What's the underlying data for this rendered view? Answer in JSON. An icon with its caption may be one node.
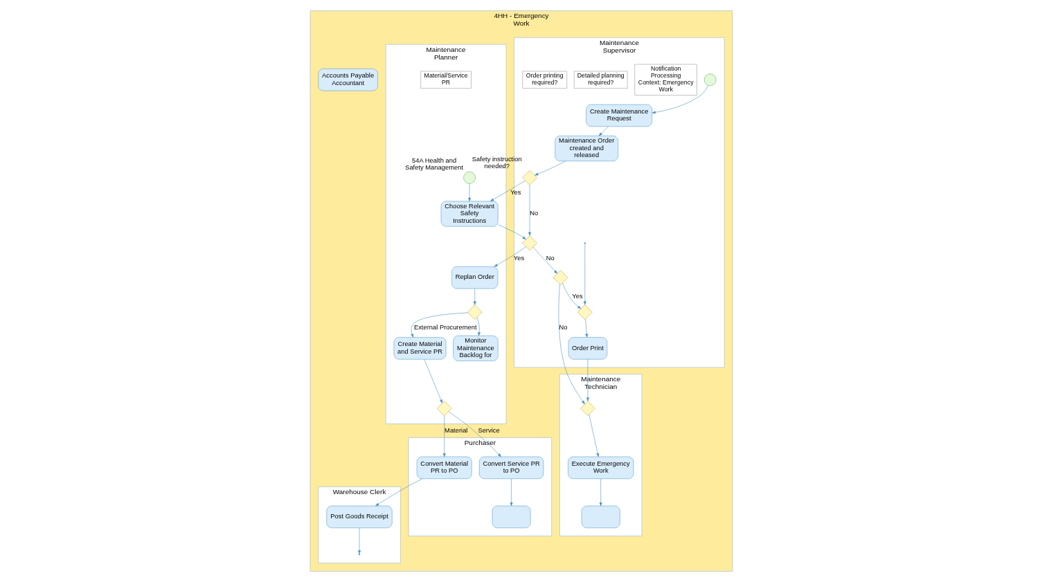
{
  "diagram": {
    "nodes": [
      {
        "text": [
          "4HH - Emergency Work"
        ]
      },
      {
        "text": [
          "Maintenance Technician"
        ],
        "in": 0
      },
      {
        "text": [
          "Maintenance Supervisor"
        ],
        "in": 0
      },
      {
        "text": [
          "Maintenance Planner"
        ],
        "in": 0
      },
      {
        "text": [
          "Purchaser"
        ],
        "in": 0
      },
      {
        "text": [
          "Warehouse Clerk"
        ],
        "in": 0
      },
      {
        "text": [
          "Accounts Payable Accountant"
        ],
        "in": 0
      },
      {
        "text": [],
        "shape": "circle",
        "in": 2
      },
      {
        "text": [
          "Create Maintenance Request"
        ],
        "in": 2
      },
      {
        "text": [
          "Notification Processing Context: Emergency Work"
        ],
        "in": 2
      },
      {
        "text": [
          "Maintenance Order created and released"
        ],
        "in": 2
      },
      {
        "text": [
          "Safety instruction needed?"
        ],
        "in": 2
      },
      {
        "text": [
          "Choose Relevant Safety Instructions"
        ],
        "in": 3
      },
      {
        "text": [
          "54A Health and Safety Management"
        ],
        "in": 3
      },
      {
        "text": [],
        "shape": "diamond",
        "in": 2
      },
      {
        "text": [
          "Detailed planning required?"
        ],
        "in": 2
      },
      {
        "text": [
          "Replan Order"
        ],
        "in": 3
      },
      {
        "text": [],
        "shape": "diamond",
        "in": 2
      },
      {
        "text": [
          "Order printing required?"
        ],
        "in": 2
      },
      {
        "text": [],
        "shape": "diamond",
        "in": 2
      },
      {
        "text": [
          "Order Print"
        ],
        "in": 2
      },
      {
        "text": [],
        "shape": "diamond",
        "in": 1
      },
      {
        "text": [
          "Execute Emergency Work"
        ],
        "in": 1
      },
      {
        "text": [],
        "shape": "box",
        "in": 1
      },
      {
        "text": [],
        "shape": "diamond",
        "in": 3
      },
      {
        "text": [
          "Create Material and Service PR"
        ],
        "in": 3
      },
      {
        "text": [
          "Material/Service PR"
        ],
        "in": 3
      },
      {
        "text": [],
        "shape": "diamond",
        "in": 3
      },
      {
        "text": [
          "Monitor Maintenance Backlog for"
        ],
        "in": 3
      },
      {
        "text": [
          "Convert Material PR to PO"
        ],
        "in": 4
      },
      {
        "text": [
          "Convert Service PR to PO"
        ],
        "in": 4
      },
      {
        "text": [],
        "shape": "box",
        "in": 4
      },
      {
        "text": [
          "Post Goods Receipt"
        ],
        "in": 5
      }
    ],
    "edges": [
      {
        "from": 7,
        "to": 8,
        "arrow": "to"
      },
      {
        "from": 8,
        "to": 10,
        "arrow": "to"
      },
      {
        "from": 10,
        "to": 11,
        "arrow": "to"
      },
      {
        "from": 11,
        "to": 12,
        "arrow": "to",
        "label": "Yes"
      },
      {
        "from": 11,
        "to": 14,
        "arrow": "to",
        "label": "No"
      },
      {
        "from": 13,
        "to": 12,
        "arrow": "to"
      },
      {
        "from": 12,
        "to": 14,
        "arrow": "to"
      },
      {
        "from": 14,
        "to": 16,
        "arrow": "to",
        "label": "Yes"
      },
      {
        "from": 14,
        "to": 17,
        "arrow": "to",
        "label": "No"
      },
      {
        "from": 17,
        "to": 21,
        "arrow": "to",
        "label": "No"
      },
      {
        "from": 17,
        "to": 19,
        "arrow": "to",
        "label": "Yes"
      },
      {
        "from": 19,
        "to": 20,
        "arrow": "to"
      },
      {
        "from": 20,
        "to": 21,
        "arrow": "to"
      },
      {
        "from": null,
        "to": 19,
        "arrow": "to"
      },
      {
        "from": 21,
        "to": 22,
        "arrow": "to"
      },
      {
        "from": 22,
        "to": 23,
        "arrow": "to"
      },
      {
        "from": 16,
        "to": 24,
        "arrow": "to"
      },
      {
        "from": 24,
        "to": 25,
        "arrow": "to",
        "label": "External Procurement"
      },
      {
        "from": 24,
        "to": 28,
        "arrow": "to"
      },
      {
        "from": 25,
        "to": 27,
        "arrow": "to"
      },
      {
        "from": 27,
        "to": 29,
        "arrow": "to",
        "label": "Material"
      },
      {
        "from": 27,
        "to": 30,
        "arrow": "to",
        "label": "Service"
      },
      {
        "from": 29,
        "to": 32,
        "arrow": "to"
      },
      {
        "from": 30,
        "to": 31,
        "arrow": "to"
      },
      {
        "from": 32,
        "to": null,
        "arrow": "to"
      }
    ]
  }
}
